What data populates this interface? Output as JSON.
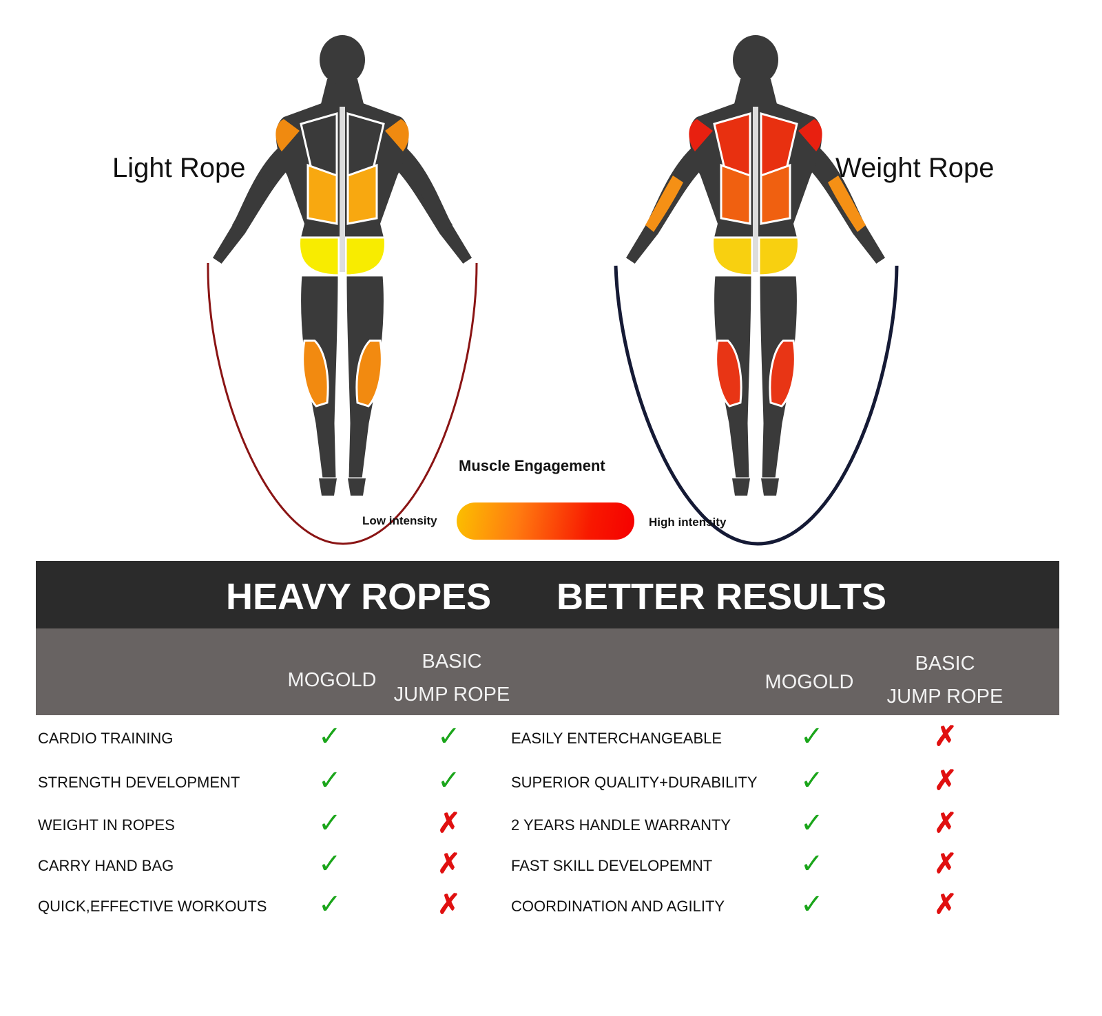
{
  "figures": {
    "light": {
      "label": "Light Rope",
      "rope_color": "#8a1414"
    },
    "weight": {
      "label": "Weight Rope",
      "rope_color": "#151a35"
    }
  },
  "legend": {
    "title": "Muscle Engagement",
    "low": "Low intensity",
    "high": "High intensity",
    "colors": {
      "low": "#fcc000",
      "high": "#f50000"
    }
  },
  "banner": {
    "left": "HEAVY ROPES",
    "right": "BETTER RESULTS"
  },
  "table": {
    "columns": {
      "brand": "MOGOLD",
      "basic_line1": "BASIC",
      "basic_line2": "JUMP ROPE"
    },
    "left_rows": [
      {
        "label": "CARDIO TRAINING",
        "mogold": "✓",
        "basic": "✓"
      },
      {
        "label": "STRENGTH DEVELOPMENT",
        "mogold": "✓",
        "basic": "✓"
      },
      {
        "label": "WEIGHT IN ROPES",
        "mogold": "✓",
        "basic": "✗"
      },
      {
        "label": "CARRY HAND BAG",
        "mogold": "✓",
        "basic": "✗"
      },
      {
        "label": "QUICK,EFFECTIVE WORKOUTS",
        "mogold": "✓",
        "basic": "✗"
      }
    ],
    "right_rows": [
      {
        "label": "EASILY ENTERCHANGEABLE",
        "mogold": "✓",
        "basic": "✗"
      },
      {
        "label": "SUPERIOR QUALITY+DURABILITY",
        "mogold": "✓",
        "basic": "✗"
      },
      {
        "label": "2 YEARS HANDLE WARRANTY",
        "mogold": "✓",
        "basic": "✗"
      },
      {
        "label": "FAST SKILL DEVELOPEMNT",
        "mogold": "✓",
        "basic": "✗"
      },
      {
        "label": "COORDINATION AND AGILITY",
        "mogold": "✓",
        "basic": "✗"
      }
    ]
  }
}
